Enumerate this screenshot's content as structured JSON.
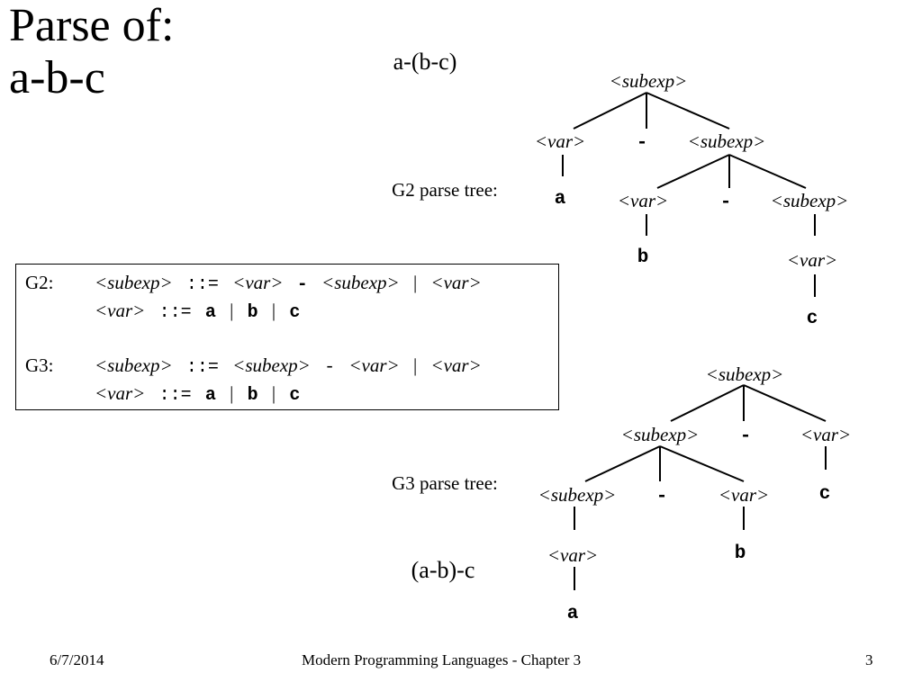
{
  "title": {
    "line1": "Parse of:",
    "line2": "a-b-c"
  },
  "grammar": {
    "g2": {
      "label": "G2:",
      "rule1": {
        "lhs": "<subexp>",
        "op": "::=",
        "rhs1": "<var>",
        "minus": "-",
        "rhs2": "<subexp>",
        "bar": "|",
        "rhs3": "<var>"
      },
      "rule2": {
        "lhs": "<var>",
        "op": "::=",
        "a": "a",
        "bar1": "|",
        "b": "b",
        "bar2": "|",
        "c": "c"
      }
    },
    "g3": {
      "label": "G3:",
      "rule1": {
        "lhs": "<subexp>",
        "op": "::=",
        "rhs1": "<subexp>",
        "minus": "-",
        "rhs2": "<var>",
        "bar": "|",
        "rhs3": "<var>"
      },
      "rule2": {
        "lhs": "<var>",
        "op": "::=",
        "a": "a",
        "bar1": "|",
        "b": "b",
        "bar2": "|",
        "c": "c"
      }
    }
  },
  "tree_g2": {
    "expression": "a-(b-c)",
    "label": "G2 parse tree:",
    "nodes": {
      "root": "<subexp>",
      "var1": "<var>",
      "minus1": "-",
      "sub1": "<subexp>",
      "a": "a",
      "var2": "<var>",
      "minus2": "-",
      "sub2": "<subexp>",
      "b": "b",
      "var3": "<var>",
      "c": "c"
    }
  },
  "tree_g3": {
    "expression": "(a-b)-c",
    "label": "G3 parse tree:",
    "nodes": {
      "root": "<subexp>",
      "sub1": "<subexp>",
      "minus1": "-",
      "var1": "<var>",
      "c": "c",
      "sub2": "<subexp>",
      "minus2": "-",
      "var2": "<var>",
      "b": "b",
      "var3": "<var>",
      "a": "a"
    }
  },
  "footer": {
    "date": "6/7/2014",
    "center": "Modern Programming Languages - Chapter 3",
    "page": "3"
  }
}
